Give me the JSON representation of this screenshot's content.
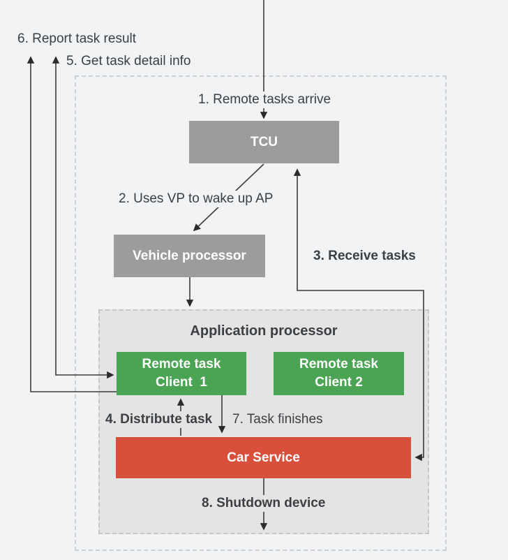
{
  "nodes": {
    "tcu": {
      "label": "TCU"
    },
    "vehicle_processor": {
      "label": "Vehicle processor"
    },
    "application_processor": {
      "title": "Application processor"
    },
    "client1": {
      "line1": "Remote task",
      "line2": "Client  1"
    },
    "client2": {
      "line1": "Remote task",
      "line2": "Client 2"
    },
    "car_service": {
      "label": "Car Service"
    }
  },
  "steps": {
    "s1": "1. Remote tasks arrive",
    "s2": "2. Uses VP to wake up AP",
    "s3": "3. Receive tasks",
    "s4": "4. Distribute task",
    "s5": "5. Get task detail info",
    "s6": "6. Report task result",
    "s7": "7. Task finishes",
    "s8": "8. Shutdown device"
  },
  "colors": {
    "background": "#f1f3f4",
    "gray_box": "#9c9c9c",
    "green_box": "#4ba454",
    "red_box": "#d8503c",
    "container_fill": "#e4e4e4",
    "dashed_border": "#cdd0d3",
    "line": "#333333",
    "text": "#3b3f43",
    "box_text": "#ffffff"
  }
}
